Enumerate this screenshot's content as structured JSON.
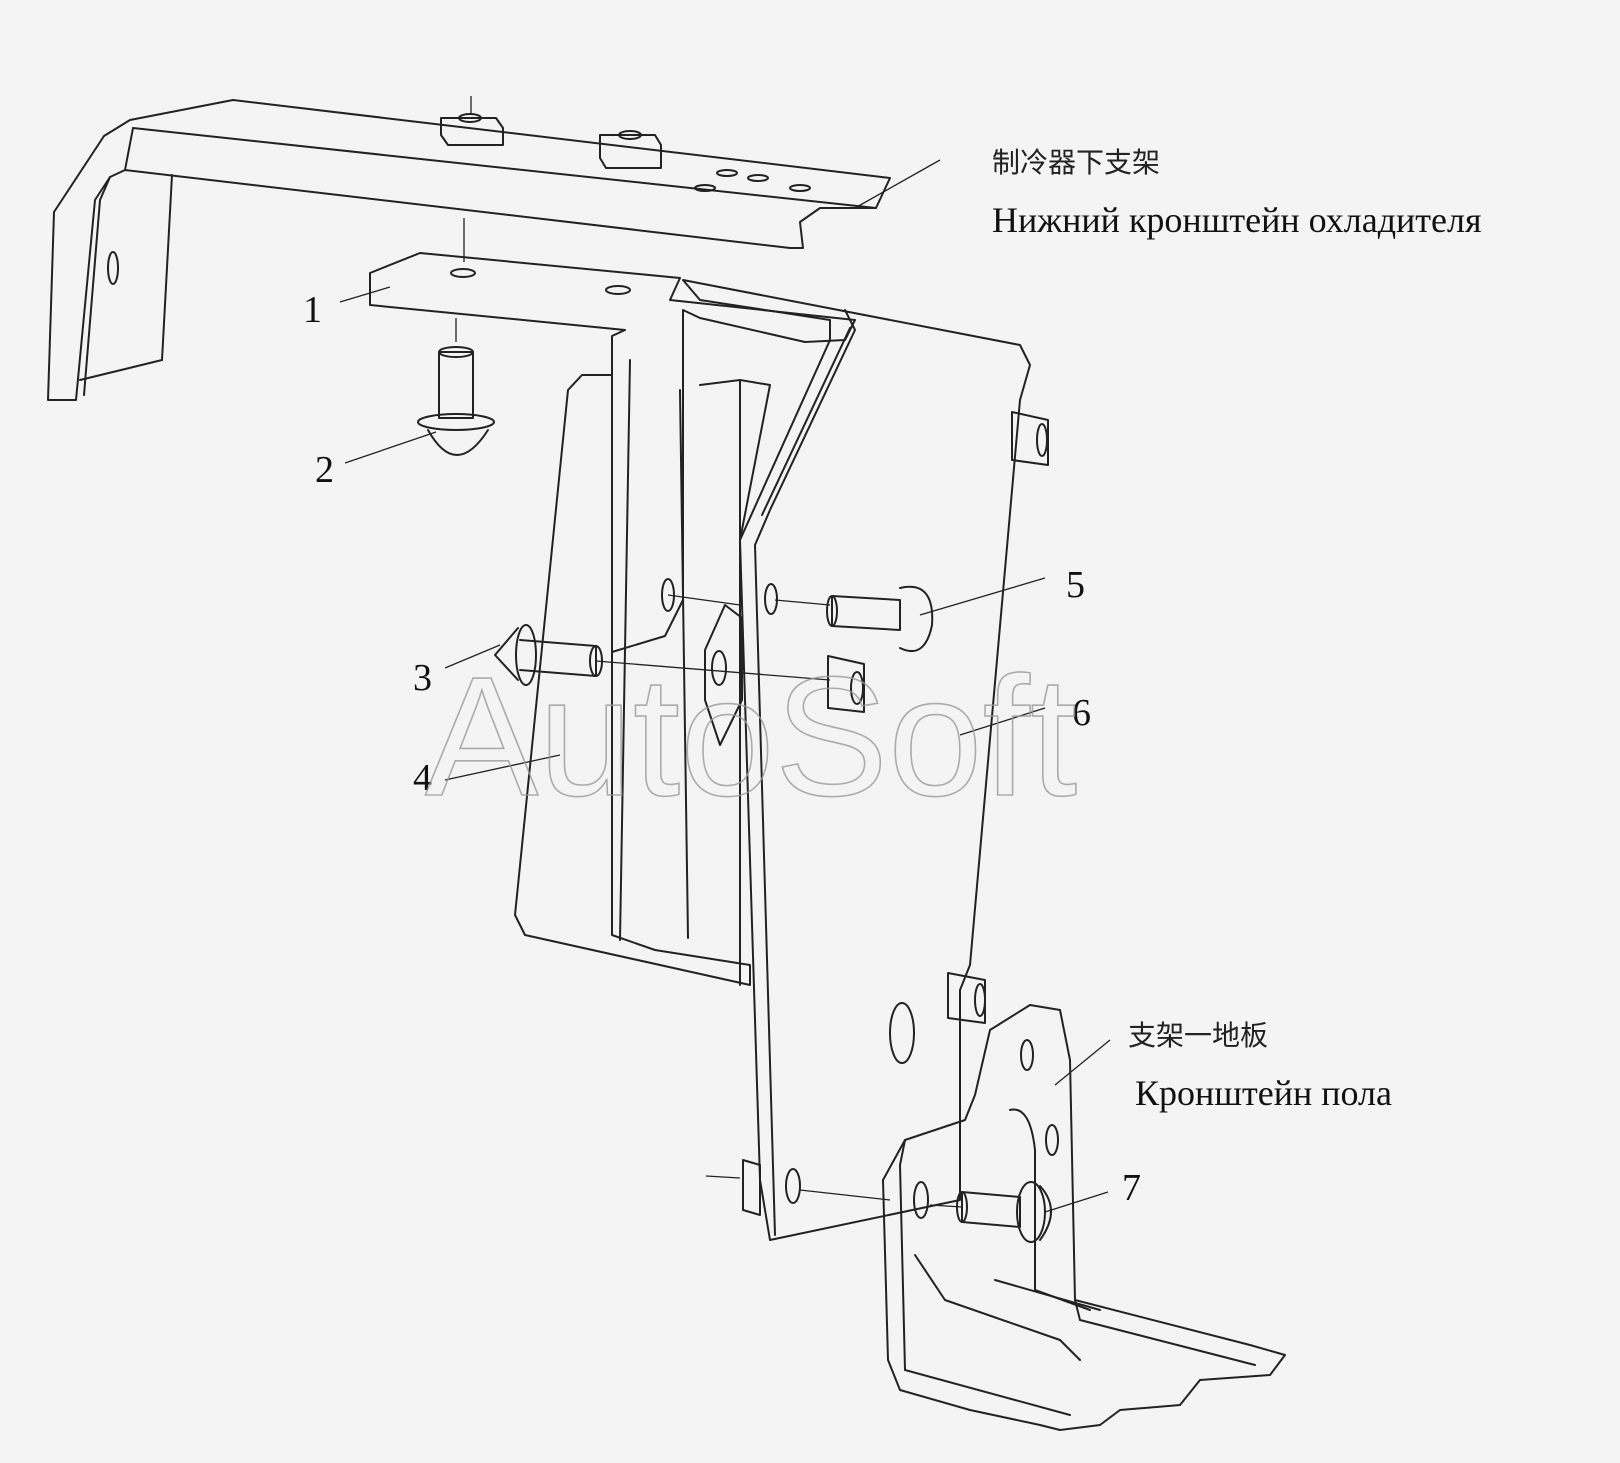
{
  "labels": {
    "lower_bracket_cn": "制冷器下支架",
    "lower_bracket_ru": "Нижний кронштейн охладителя",
    "floor_bracket_cn": "支架一地板",
    "floor_bracket_ru": "Кронштейн пола"
  },
  "callouts": [
    "1",
    "2",
    "3",
    "4",
    "5",
    "6",
    "7"
  ],
  "watermark": "AutoSoft"
}
